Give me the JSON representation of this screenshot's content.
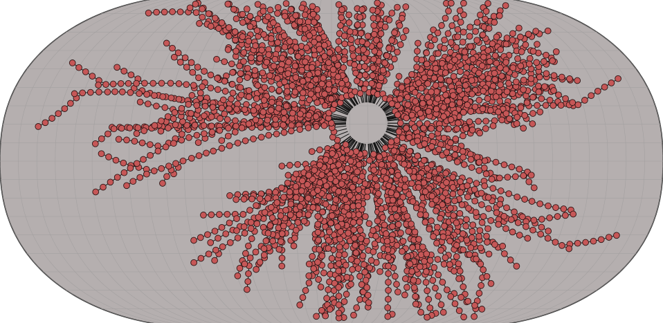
{
  "figure": {
    "kind": "network-graph-on-map-projection",
    "projection": "equal-earth",
    "colors": {
      "land_fill": "#b5afaf",
      "outline": "#3a3a3a",
      "graticule": "#a3a0a0",
      "node_fill": "#c65757",
      "node_stroke": "#2a1414",
      "edge": "#151515"
    },
    "graph": {
      "layout": "radial-tree",
      "central_void": true,
      "branches": [
        {
          "name": "upper",
          "direction_deg": 270
        },
        {
          "name": "upper-right",
          "direction_deg": 330
        },
        {
          "name": "right",
          "direction_deg": 5
        },
        {
          "name": "lower-right",
          "direction_deg": 55
        },
        {
          "name": "lower",
          "direction_deg": 90
        },
        {
          "name": "lower-left",
          "direction_deg": 120
        },
        {
          "name": "left",
          "direction_deg": 190
        },
        {
          "name": "upper-left",
          "direction_deg": 225
        }
      ]
    }
  }
}
